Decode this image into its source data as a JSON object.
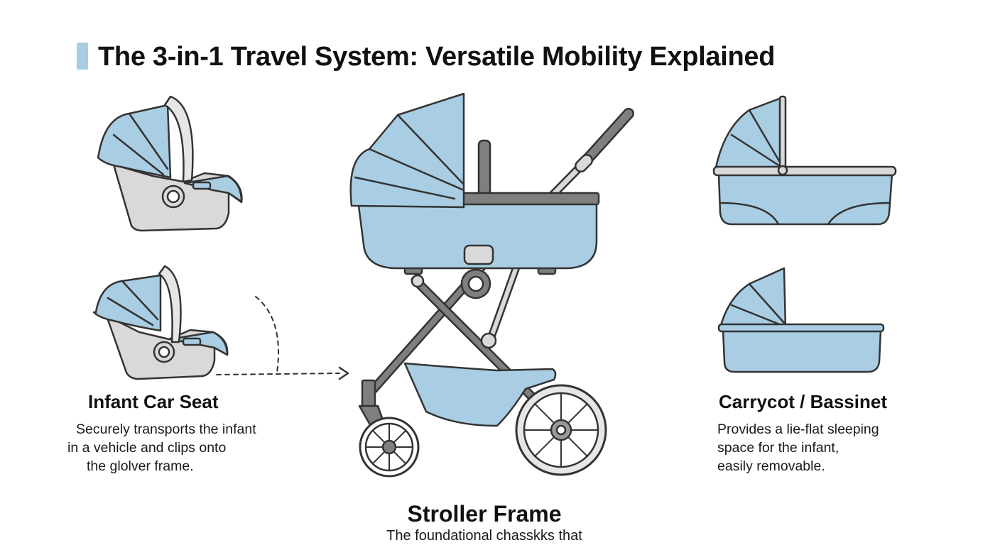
{
  "title": "The 3-in-1 Travel System: Versatile Mobility Explained",
  "colors": {
    "fabric_blue": "#a9cde2",
    "shell_gray": "#d9d9d9",
    "frame_gray": "#7f7f7f",
    "outline": "#333333",
    "title_accent": "#a9cde2"
  },
  "components": {
    "car_seat": {
      "heading": "Infant Car Seat",
      "description_lines": [
        "Securely transports the infant",
        "in a vehicle and clips onto",
        "the glolver frame."
      ]
    },
    "stroller_frame": {
      "heading": "Stroller Frame",
      "description_lines": [
        "The foundational chasskks that"
      ]
    },
    "carrycot": {
      "heading": "Carrycot / Bassinet",
      "description_lines": [
        "Provides a lie-flat sleeping",
        "space for the infant,",
        "easily removable."
      ]
    }
  }
}
